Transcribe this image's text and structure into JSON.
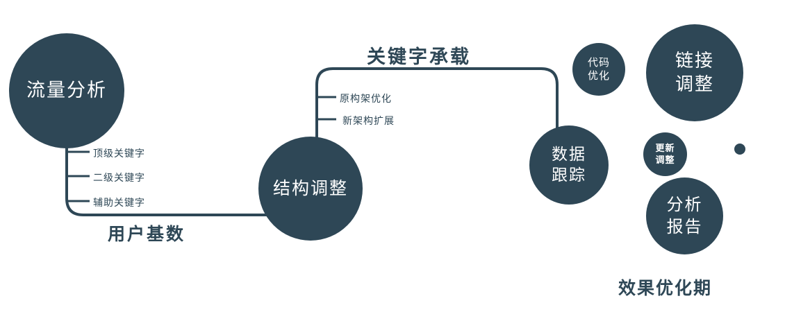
{
  "colors": {
    "primary": "#2e4756",
    "circle_text": "#ffffff",
    "background": "#ffffff"
  },
  "nodes": [
    {
      "id": "traffic-analysis",
      "lines": [
        "流量分析"
      ]
    },
    {
      "id": "structure-adjustment",
      "lines": [
        "结构调整"
      ]
    },
    {
      "id": "data-tracking",
      "lines": [
        "数据",
        "跟踪"
      ]
    },
    {
      "id": "code-optimization",
      "lines": [
        "代码",
        "优化"
      ]
    },
    {
      "id": "link-adjustment",
      "lines": [
        "链接",
        "调整"
      ]
    },
    {
      "id": "update-adjustment",
      "lines": [
        "更新",
        "调整"
      ]
    },
    {
      "id": "analysis-report",
      "lines": [
        "分析",
        "报告"
      ]
    }
  ],
  "edge_labels": {
    "user_base": "用户基数",
    "keyword_carry": "关键字承载"
  },
  "keyword_branches": [
    "顶级关键字",
    "二级关键字",
    "辅助关键字"
  ],
  "structure_branches": [
    "原构架优化",
    "新架构扩展"
  ],
  "caption": "效果优化期"
}
